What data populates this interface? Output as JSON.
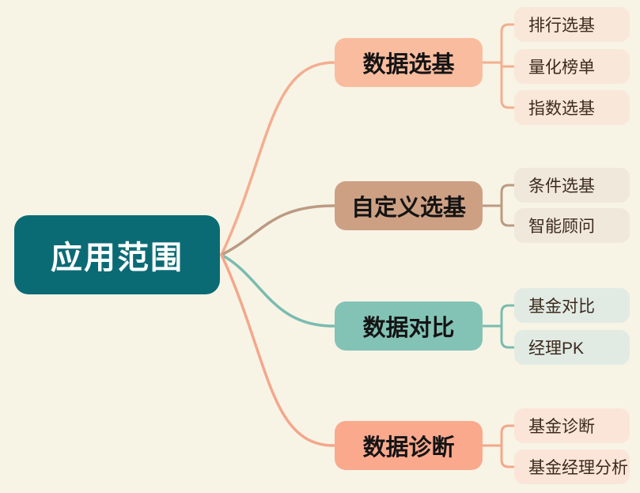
{
  "canvas": {
    "background_color": "#F7F4E6"
  },
  "root": {
    "label": "应用范围",
    "fill": "#0B6B75",
    "text_color": "#FFFFFF"
  },
  "branches": [
    {
      "label": "数据选基",
      "fill": "#FABC9E",
      "line_color": "#F4AE90",
      "child_fill": "#F9E8DA",
      "children": [
        {
          "label": "排行选基"
        },
        {
          "label": "量化榜单"
        },
        {
          "label": "指数选基"
        }
      ]
    },
    {
      "label": "自定义选基",
      "fill": "#CEA083",
      "line_color": "#BC9A82",
      "child_fill": "#F0E8DB",
      "children": [
        {
          "label": "条件选基"
        },
        {
          "label": "智能顾问"
        }
      ]
    },
    {
      "label": "数据对比",
      "fill": "#83C3B6",
      "line_color": "#7ABCAF",
      "child_fill": "#E1EBE3",
      "children": [
        {
          "label": "基金对比"
        },
        {
          "label": "经理PK"
        }
      ]
    },
    {
      "label": "数据诊断",
      "fill": "#FAA98D",
      "line_color": "#F4A78B",
      "child_fill": "#FBE5D8",
      "children": [
        {
          "label": "基金诊断"
        },
        {
          "label": "基金经理分析"
        }
      ]
    }
  ],
  "text_colors": {
    "branch_label": "#141414",
    "child_label": "#3C2A1E"
  }
}
